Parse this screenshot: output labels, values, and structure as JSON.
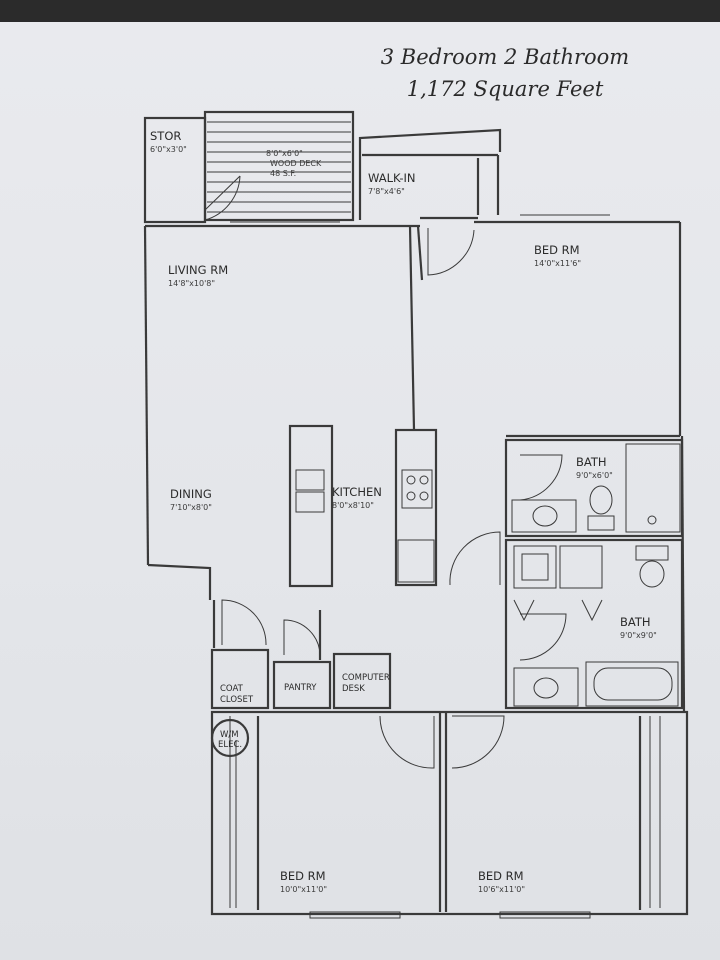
{
  "header": {
    "title_line1": "3 Bedroom 2 Bathroom",
    "title_line2": "1,172 Square Feet"
  },
  "rooms": {
    "stor": {
      "name": "STOR",
      "dim": "6'0\"x3'0\""
    },
    "deck": {
      "dim": "8'0\"x6'0\"",
      "name": "WOOD DECK",
      "area": "48 S.F."
    },
    "walkin": {
      "name": "WALK-IN",
      "dim": "7'8\"x4'6\""
    },
    "bed1": {
      "name": "BED RM",
      "dim": "14'0\"x11'6\""
    },
    "living": {
      "name": "LIVING RM",
      "dim": "14'8\"x10'8\""
    },
    "dining": {
      "name": "DINING",
      "dim": "7'10\"x8'0\""
    },
    "kitchen": {
      "name": "KITCHEN",
      "dim": "8'0\"x8'10\""
    },
    "bath1": {
      "name": "BATH",
      "dim": "9'0\"x6'0\""
    },
    "bath2": {
      "name": "BATH",
      "dim": "9'0\"x9'0\""
    },
    "coat": {
      "line1": "COAT",
      "line2": "CLOSET"
    },
    "pantry": {
      "name": "PANTRY"
    },
    "computer": {
      "line1": "COMPUTER",
      "line2": "DESK"
    },
    "wm": {
      "line1": "W/M",
      "line2": "ELEC."
    },
    "bed2": {
      "name": "BED RM",
      "dim": "10'0\"x11'0\""
    },
    "bed3": {
      "name": "BED RM",
      "dim": "10'6\"x11'0\""
    }
  }
}
